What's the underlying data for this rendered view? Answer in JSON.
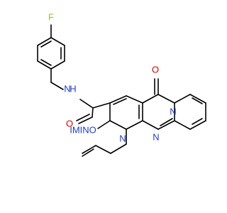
{
  "molecule": {
    "atoms": {
      "fluorine": {
        "symbol": "F",
        "color": "#8bc34a"
      },
      "amide_nitrogen": {
        "symbol": "N",
        "color": "#1f3ecf"
      },
      "amide_hydrogen": {
        "symbol": "H",
        "color": "#1f3ecf"
      },
      "amide_oxygen": {
        "symbol": "O",
        "color": "#e00000"
      },
      "ketone_oxygen": {
        "symbol": "O",
        "color": "#e00000"
      },
      "imine_group": {
        "symbol": "IMINO",
        "text": "IMINO",
        "color": "#1f3ecf"
      },
      "ring_nitrogen_left": {
        "symbol": "N",
        "color": "#1f3ecf"
      },
      "ring_nitrogen_center": {
        "symbol": "N",
        "color": "#1f3ecf"
      },
      "ring_nitrogen_right": {
        "symbol": "N",
        "color": "#1f3ecf"
      }
    },
    "colors": {
      "bond": "#000000",
      "oxygen": "#e00000",
      "nitrogen": "#1f3ecf",
      "fluorine": "#8bc34a"
    }
  }
}
